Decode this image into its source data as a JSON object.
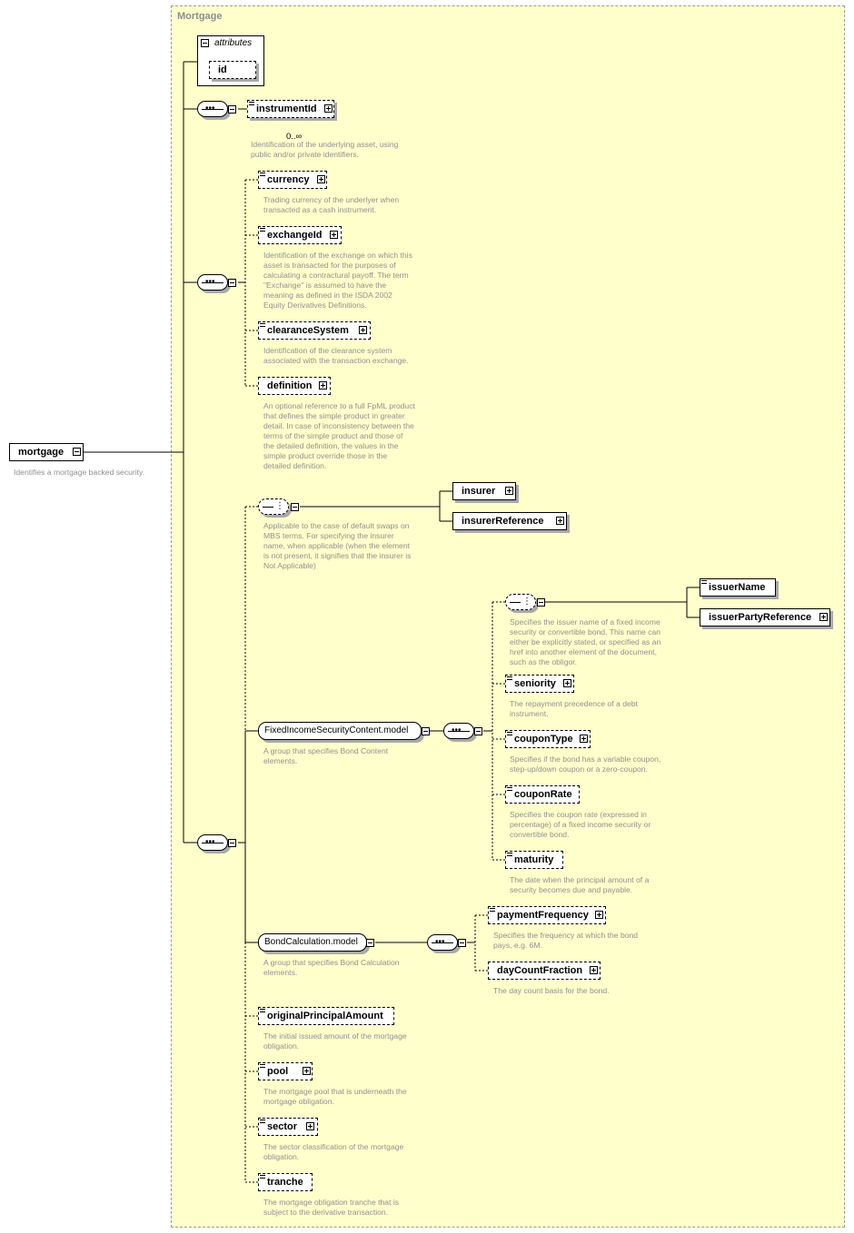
{
  "diagram": {
    "container_title": "Mortgage",
    "root": {
      "name": "mortgage",
      "description": "Identifies a mortgage backed security."
    },
    "attributes_group": {
      "label": "attributes",
      "items": [
        "id"
      ]
    },
    "instrument": {
      "name": "instrumentId",
      "cardinality": "0..∞",
      "description": "Identification of the underlying asset, using\npublic and/or private identifiers."
    },
    "sequence_one": [
      {
        "name": "currency",
        "description": "Trading currency of the underlyer when\ntransacted as a cash instrument."
      },
      {
        "name": "exchangeId",
        "description": "Identification of the exchange on which this\nasset is transacted for the purposes of\ncalculating a contractural payoff. The term\n\"Exchange\" is assumed to have the\nmeaning as defined in the ISDA 2002\nEquity Derivatives Definitions."
      },
      {
        "name": "clearanceSystem",
        "description": "Identification of the clearance system\nassociated with the transaction exchange."
      },
      {
        "name": "definition",
        "description": "An optional reference to a full FpML product\nthat defines the simple product in greater\ndetail. In case of inconsistency between the\nterms of the simple product and those of\nthe detailed definition, the values in the\nsimple product override those in the\ndetailed definition."
      }
    ],
    "insurer_choice": {
      "description": "Applicable to the case of default swaps on\nMBS terms. For specifying the insurer\nname, when applicable (when the element\nis not present, it signifies that the insurer is\nNot Applicable)",
      "options": [
        "insurer",
        "insurerReference"
      ]
    },
    "fixed_income_group": {
      "name": "FixedIncomeSecurityContent.model",
      "description": "A group that specifies Bond Content\nelements.",
      "issuer_choice": {
        "description": "Specifies the issuer name of a fixed income\nsecurity or convertible bond. This name can\neither be explicitly stated, or specified as an\nhref into another element of the document,\nsuch as the obligor.",
        "options": [
          "issuerName",
          "issuerPartyReference"
        ]
      },
      "elements": [
        {
          "name": "seniority",
          "description": "The repayment precedence of a debt\ninstrument."
        },
        {
          "name": "couponType",
          "description": "Specifies if the bond has a variable coupon,\nstep-up/down coupon or a zero-coupon."
        },
        {
          "name": "couponRate",
          "description": "Specifies the coupon rate (expressed in\npercentage) of a fixed income security or\nconvertible bond."
        },
        {
          "name": "maturity",
          "description": "The date when the principal amount of a\nsecurity becomes due and payable."
        }
      ]
    },
    "bond_calc_group": {
      "name": "BondCalculation.model",
      "description": "A group that specifies Bond Calculation\nelements.",
      "elements": [
        {
          "name": "paymentFrequency",
          "description": "Specifies the frequency at which the bond\npays, e.g. 6M."
        },
        {
          "name": "dayCountFraction",
          "description": "The day count basis for the bond."
        }
      ]
    },
    "trailing_elements": [
      {
        "name": "originalPrincipalAmount",
        "description": "The initial issued amount of the mortgage\nobligation."
      },
      {
        "name": "pool",
        "description": "The mortgage pool that is underneath the\nmortgage obligation."
      },
      {
        "name": "sector",
        "description": "The sector classification of the mortgage\nobligation."
      },
      {
        "name": "tranche",
        "description": "The mortgage obligation tranche that is\nsubject to the derivative transaction."
      }
    ]
  }
}
